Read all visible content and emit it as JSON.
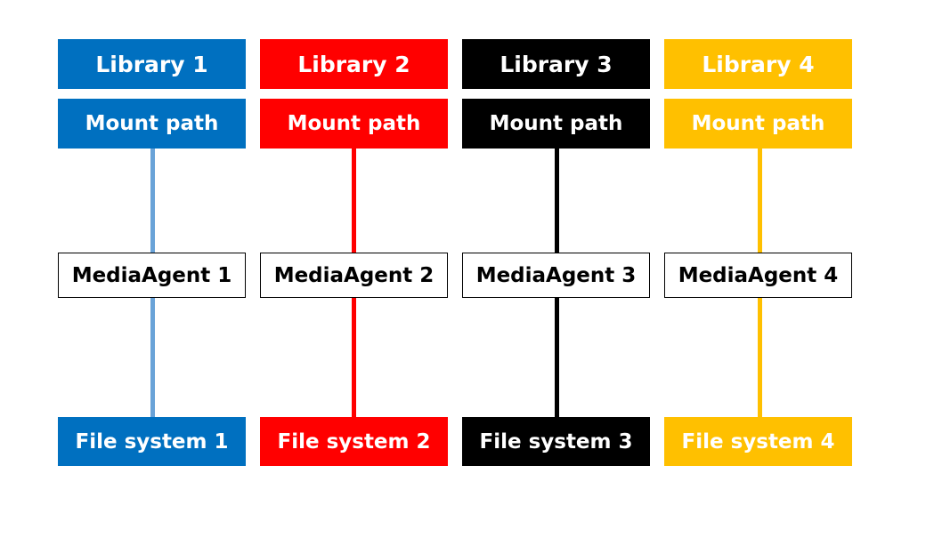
{
  "columns": [
    {
      "library": "Library 1",
      "mount_path": "Mount path",
      "media_agent": "MediaAgent 1",
      "file_system": "File system 1",
      "box_color": "#0070c0",
      "line_color": "#6aa3d8"
    },
    {
      "library": "Library 2",
      "mount_path": "Mount path",
      "media_agent": "MediaAgent 2",
      "file_system": "File system 2",
      "box_color": "#ff0000",
      "line_color": "#ff0000"
    },
    {
      "library": "Library 3",
      "mount_path": "Mount path",
      "media_agent": "MediaAgent 3",
      "file_system": "File system 3",
      "box_color": "#000000",
      "line_color": "#000000"
    },
    {
      "library": "Library 4",
      "mount_path": "Mount path",
      "media_agent": "MediaAgent 4",
      "file_system": "File system 4",
      "box_color": "#ffc000",
      "line_color": "#ffc000"
    }
  ]
}
